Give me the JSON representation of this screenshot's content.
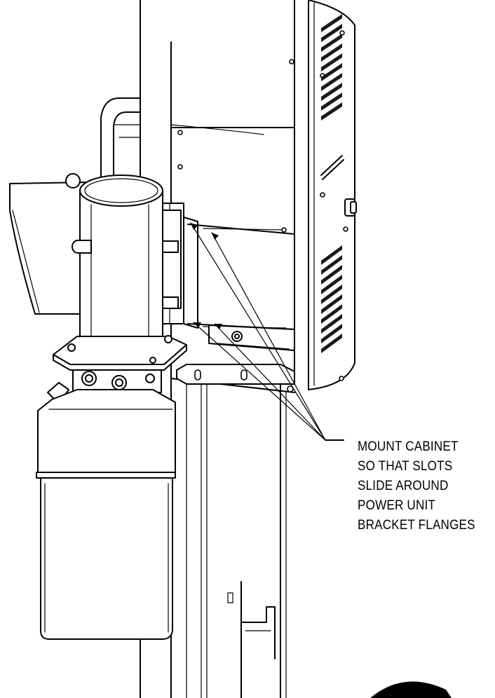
{
  "callout": {
    "lines": [
      "MOUNT CABINET",
      "SO THAT SLOTS",
      "SLIDE AROUND",
      "POWER UNIT",
      "BRACKET FLANGES"
    ]
  },
  "colors": {
    "line": "#000000",
    "background": "#ffffff"
  }
}
